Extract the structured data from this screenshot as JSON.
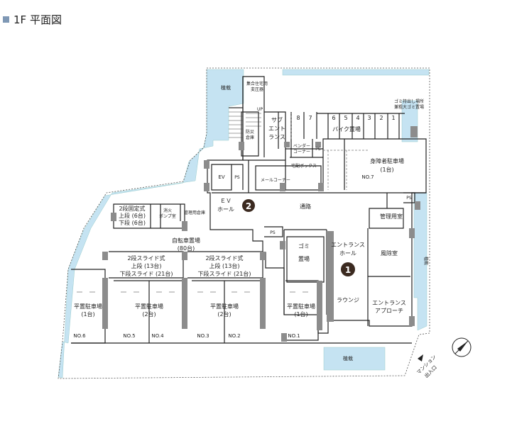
{
  "header": {
    "title": "1F 平面図"
  },
  "colors": {
    "water": "#c5e3f2",
    "wall": "#8c8c8c",
    "title_square": "#7f98b5",
    "marker": "#3b2a20"
  },
  "labels": {
    "planting_top": "植栽",
    "transformer": [
      "集合住宅用",
      "変圧器"
    ],
    "trash_area": [
      "ゴミ持出し場所",
      "兼粗大ゴミ置場"
    ],
    "up": "UP",
    "disaster_store": [
      "防災",
      "倉庫"
    ],
    "sub_entrance": [
      "サブ",
      "エント",
      "ランス"
    ],
    "bike_numbers": [
      "8",
      "7",
      "6",
      "5",
      "4",
      "3",
      "2",
      "1"
    ],
    "bike_parking": "バイク置場",
    "vending": [
      "ベンダー",
      "コーナー"
    ],
    "ps": "PS",
    "disabled_parking": [
      "身障者駐車場",
      "(1台)"
    ],
    "no7": "NO.7",
    "delivery_box": "宅配ボックス",
    "mail_corner": "メールコーナー",
    "ev": "EV",
    "ev_hall": [
      "ＥＶ",
      "ホール"
    ],
    "marker2": "2",
    "corridor": "通路",
    "fixed_2tier": [
      "2段固定式",
      "上段 (6台)",
      "下段 (6台)"
    ],
    "fire_pump": [
      "消火",
      "ポンプ室"
    ],
    "mgmt_store": "管理用倉庫",
    "bicycle_parking": [
      "自転車置場",
      "(80台)"
    ],
    "slide_2tier": [
      "2段スライド式",
      "上段 (13台)",
      "下段スライド (21台)"
    ],
    "trash_room": [
      "ゴミ",
      "置場"
    ],
    "entrance_hall": [
      "エントランス",
      "ホール"
    ],
    "marker1": "1",
    "mgmt_room": "管理用室",
    "windbreak": "風除室",
    "lounge": "ラウンジ",
    "entrance_approach": [
      "エントランス",
      "アプローチ"
    ],
    "planting_right": "植栽",
    "flat_1": [
      "平置駐車場",
      "(1台)"
    ],
    "flat_2": [
      "平置駐車場",
      "(2台)"
    ],
    "no6": "NO.6",
    "no5": "NO.5",
    "no4": "NO.4",
    "no3": "NO.3",
    "no2": "NO.2",
    "no1": "NO.1",
    "planting_bottom": "植栽",
    "mansion_entry": [
      "マンション",
      "出入口"
    ]
  }
}
